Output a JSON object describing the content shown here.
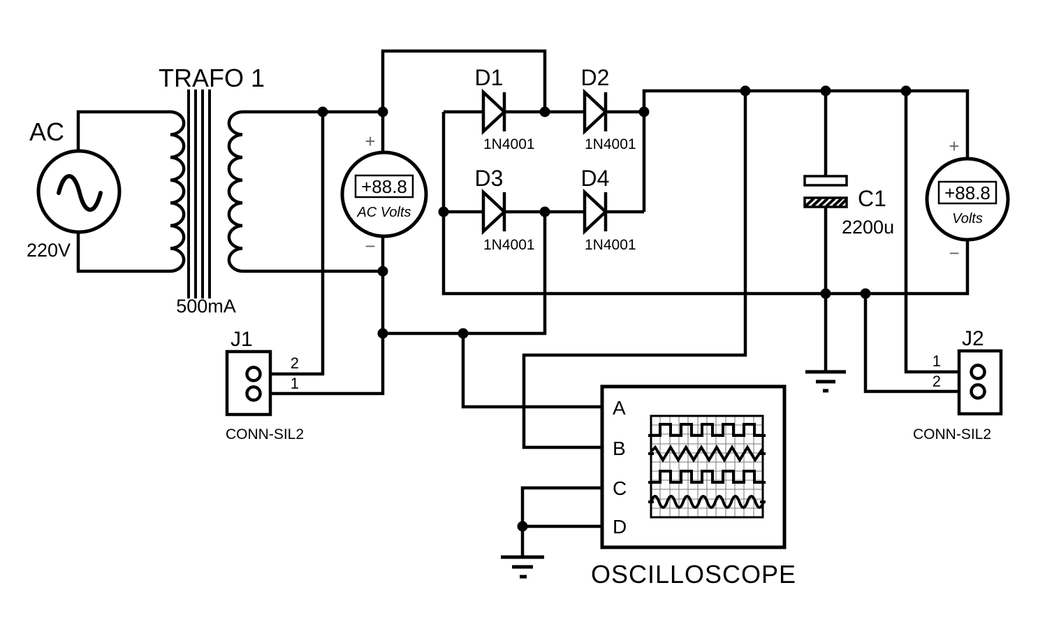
{
  "schematic": {
    "ac_source": {
      "ref": "AC",
      "value": "220V"
    },
    "transformer": {
      "ref": "TRAFO 1",
      "value": "500mA"
    },
    "ac_meter": {
      "reading": "+88.8",
      "label": "AC Volts",
      "plus": "+",
      "minus": "−"
    },
    "dc_meter": {
      "reading": "+88.8",
      "label": "Volts",
      "plus": "+",
      "minus": "−"
    },
    "diodes": {
      "d1": {
        "ref": "D1",
        "value": "1N4001"
      },
      "d2": {
        "ref": "D2",
        "value": "1N4001"
      },
      "d3": {
        "ref": "D3",
        "value": "1N4001"
      },
      "d4": {
        "ref": "D4",
        "value": "1N4001"
      }
    },
    "capacitor": {
      "ref": "C1",
      "value": "2200u"
    },
    "j1": {
      "ref": "J1",
      "value": "CONN-SIL2",
      "pin_top": "2",
      "pin_bottom": "1"
    },
    "j2": {
      "ref": "J2",
      "value": "CONN-SIL2",
      "pin_top": "1",
      "pin_bottom": "2"
    },
    "oscilloscope": {
      "label": "OSCILLOSCOPE",
      "ch_a": "A",
      "ch_b": "B",
      "ch_c": "C",
      "ch_d": "D",
      "traces": [
        "square",
        "triangle",
        "square",
        "sine"
      ]
    }
  }
}
